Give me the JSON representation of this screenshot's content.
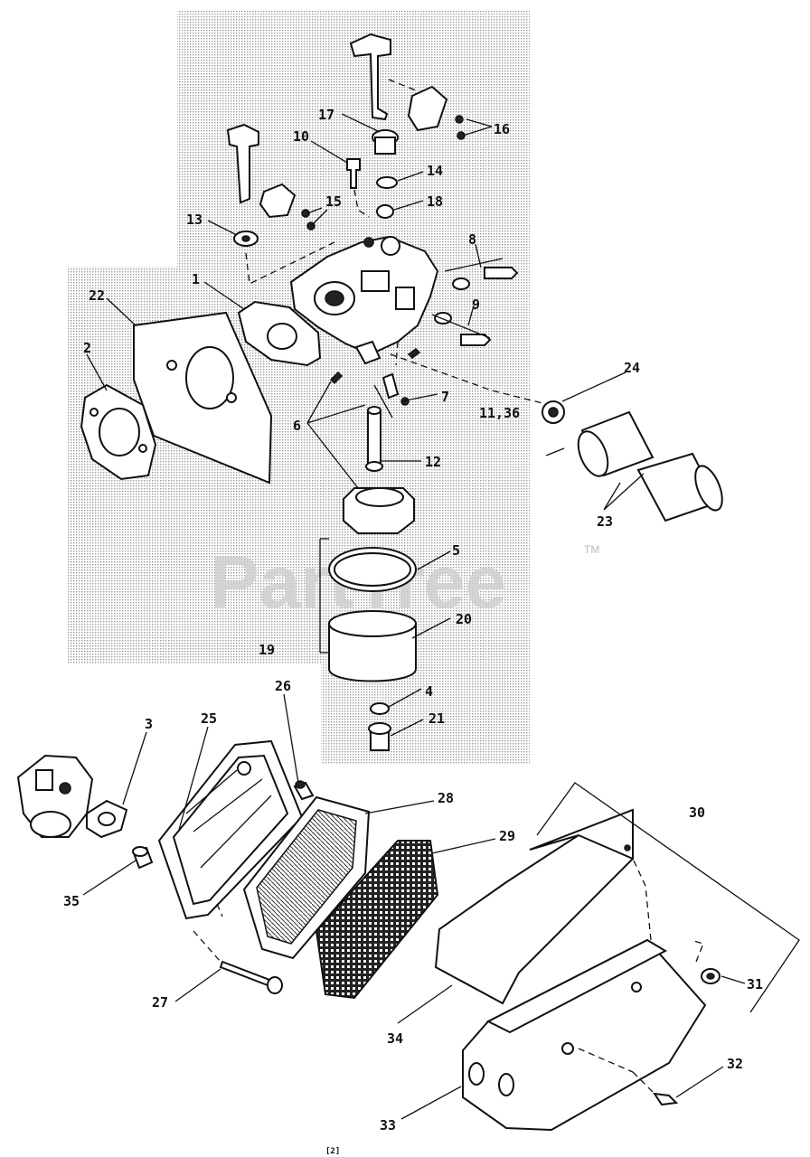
{
  "watermark": "PartTree",
  "trademark": "TM",
  "footer_mark": "[2]",
  "labels": {
    "p1": "1",
    "p2": "2",
    "p3": "3",
    "p4": "4",
    "p5": "5",
    "p6": "6",
    "p7": "7",
    "p8": "8",
    "p9": "9",
    "p10": "10",
    "p11_36": "11,36",
    "p12": "12",
    "p13": "13",
    "p14": "14",
    "p15": "15",
    "p16": "16",
    "p17": "17",
    "p18": "18",
    "p19": "19",
    "p20": "20",
    "p21": "21",
    "p22": "22",
    "p23": "23",
    "p24": "24",
    "p25": "25",
    "p26": "26",
    "p27": "27",
    "p28": "28",
    "p29": "29",
    "p30": "30",
    "p31": "31",
    "p32": "32",
    "p33": "33",
    "p34": "34",
    "p35": "35"
  },
  "colors": {
    "ink": "#111111",
    "shade": "#e6e6e6",
    "watermark": "#cfcfcf"
  }
}
